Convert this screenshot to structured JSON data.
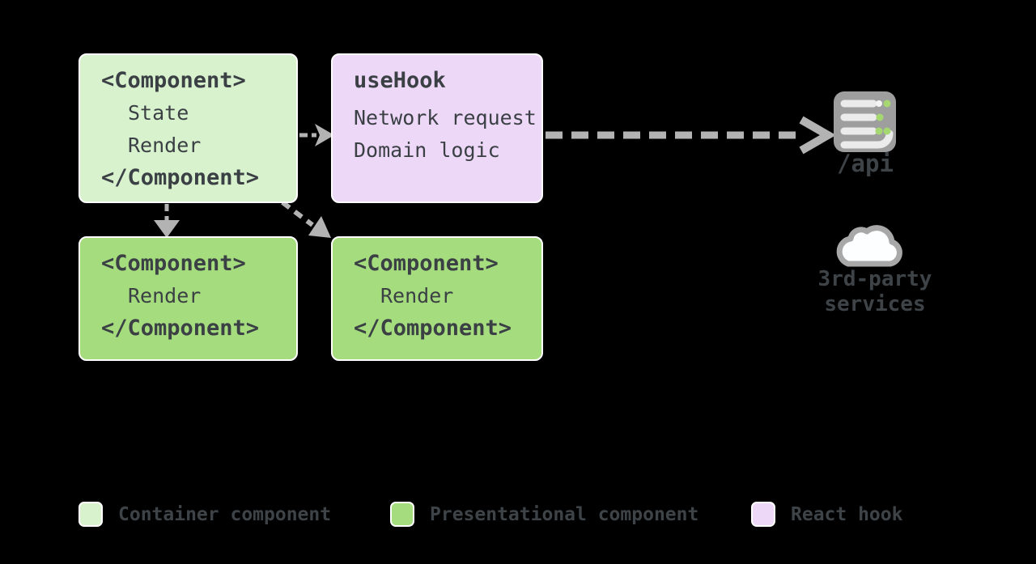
{
  "diagram": {
    "container_box": {
      "open_tag": "</Component>",
      "open_tag_display": "<Component>",
      "state": "State",
      "render": "Render",
      "close_tag": "</Component>"
    },
    "hook_box": {
      "title": "useHook",
      "line1": "Network request",
      "line2": "Domain logic"
    },
    "presentational_box_left": {
      "open_tag": "<Component>",
      "render": "Render",
      "close_tag": "</Component>"
    },
    "presentational_box_right": {
      "open_tag": "<Component>",
      "render": "Render",
      "close_tag": "</Component>"
    },
    "api_endpoint": {
      "label": "/api",
      "icon": "server-icon"
    },
    "third_party_endpoint": {
      "line1": "3rd-party",
      "line2": "services",
      "icon": "cloud-icon"
    },
    "arrows": [
      {
        "name": "container-to-hook",
        "style": "dashed",
        "direction": "right"
      },
      {
        "name": "hook-to-api",
        "style": "dashed",
        "direction": "right"
      },
      {
        "name": "container-to-left-presentational",
        "style": "dashed",
        "direction": "down"
      },
      {
        "name": "container-to-right-presentational",
        "style": "dashed",
        "direction": "down-right"
      }
    ]
  },
  "legend": {
    "items": [
      {
        "label": "Container component",
        "color": "#d8f2ce"
      },
      {
        "label": "Presentational component",
        "color": "#a5dc7d"
      },
      {
        "label": "React hook",
        "color": "#eed8f8"
      }
    ]
  },
  "colors": {
    "background": "#000000",
    "container_box_bg": "#d8f2ce",
    "presentational_box_bg": "#a5dc7d",
    "hook_box_bg": "#eed8f8",
    "box_border": "#ffffff",
    "text_dark": "#3b4045",
    "label_dark": "#3e4348",
    "arrow_gray": "#b3b3b3",
    "server_icon_gray": "#9e9e9e",
    "server_slot_light": "#ebebeb",
    "led_green": "#a6d871",
    "cloud_fill": "#fdfeff",
    "cloud_stroke": "#a8a8a8"
  }
}
